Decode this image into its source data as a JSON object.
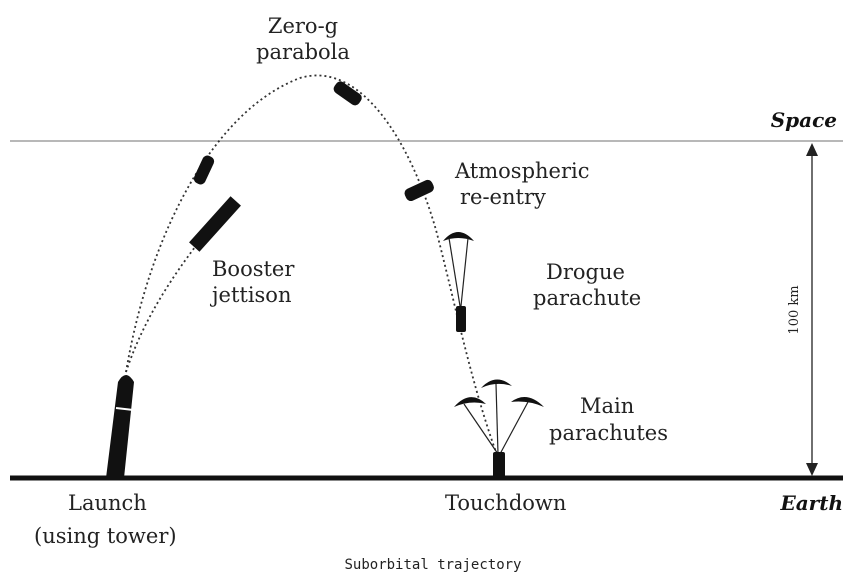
{
  "labels": {
    "zero_g_line1": "Zero-g",
    "zero_g_line2": "parabola",
    "space": "Space",
    "atmospheric_line1": "Atmospheric",
    "atmospheric_line2": "re-entry",
    "booster_line1": "Booster",
    "booster_line2": "jettison",
    "drogue_line1": "Drogue",
    "drogue_line2": "parachute",
    "altitude": "100 km",
    "main_line1": "Main",
    "main_line2": "parachutes",
    "launch_line1": "Launch",
    "launch_line2": "(using tower)",
    "touchdown": "Touchdown",
    "earth": "Earth",
    "caption": "Suborbital trajectory"
  },
  "colors": {
    "ink": "#111111",
    "space_line": "#b8b8b8",
    "background": "#ffffff"
  }
}
